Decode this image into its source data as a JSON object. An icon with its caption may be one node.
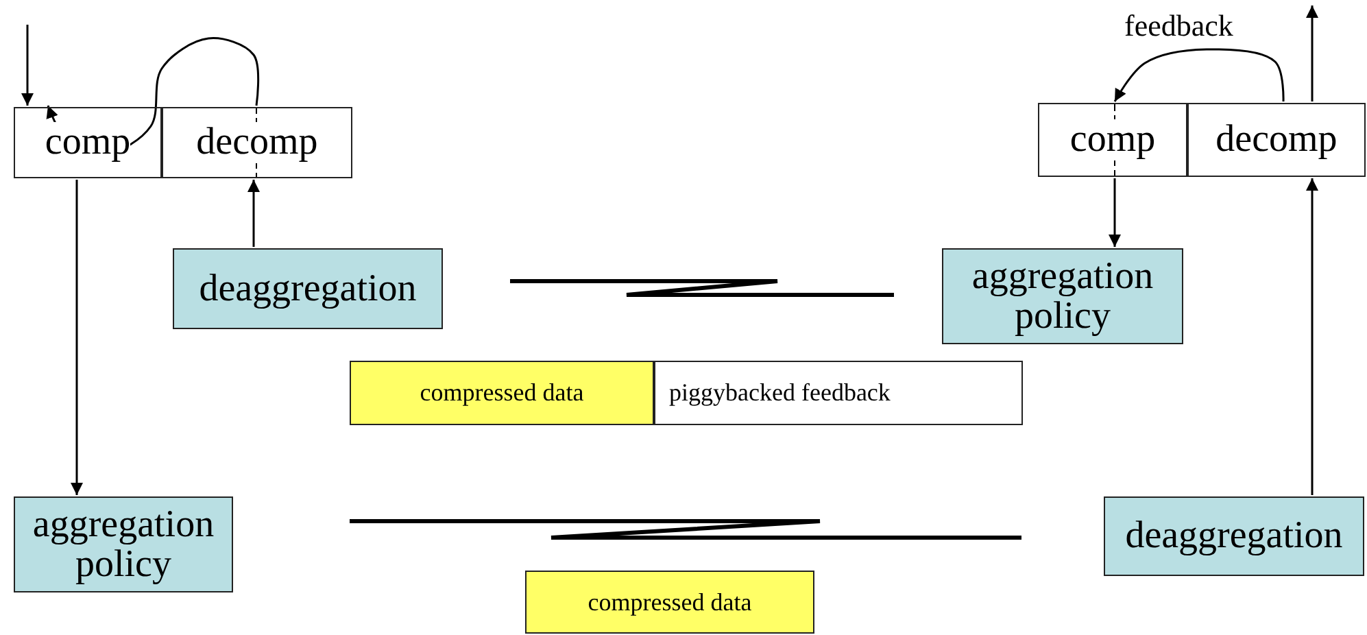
{
  "diagram": {
    "nodes": [
      {
        "text": [
          "comp"
        ]
      },
      {
        "text": [
          "decomp"
        ]
      },
      {
        "text": [
          "deaggregation"
        ]
      },
      {
        "text": [
          "comp"
        ]
      },
      {
        "text": [
          "decomp"
        ]
      },
      {
        "text": [
          "aggregation policy"
        ]
      },
      {
        "text": [
          "compressed data"
        ]
      },
      {
        "text": [
          "piggybacked feedback"
        ]
      },
      {
        "text": [
          "aggregation policy"
        ]
      },
      {
        "text": [
          "deaggregation"
        ]
      },
      {
        "text": [
          "compressed data"
        ]
      }
    ],
    "edges": [
      {
        "from": null,
        "to": 0,
        "arrow": "to"
      },
      {
        "from": 1,
        "to": 0,
        "arrow": "to"
      },
      {
        "from": 2,
        "to": 1,
        "arrow": "to"
      },
      {
        "from": 0,
        "to": 8,
        "arrow": "to"
      },
      {
        "from": 4,
        "to": null,
        "arrow": "to"
      },
      {
        "from": 4,
        "to": 3,
        "arrow": "to",
        "label": "feedback"
      },
      {
        "from": 3,
        "to": 5,
        "arrow": "to"
      },
      {
        "from": 9,
        "to": 4,
        "arrow": "to"
      }
    ]
  }
}
